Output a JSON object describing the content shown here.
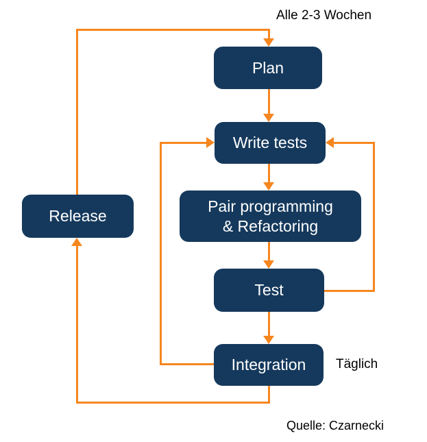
{
  "diagram": {
    "nodes": {
      "plan": "Plan",
      "write_tests": "Write tests",
      "pair_programming_line1": "Pair programming",
      "pair_programming_line2": "& Refactoring",
      "test": "Test",
      "integration": "Integration",
      "release": "Release"
    },
    "annotations": {
      "cycle": "Alle 2-3 Wochen",
      "daily": "Täglich",
      "source": "Quelle: Czarnecki"
    },
    "edges": [
      {
        "from": "release",
        "to": "plan"
      },
      {
        "from": "plan",
        "to": "write_tests"
      },
      {
        "from": "write_tests",
        "to": "pair_programming"
      },
      {
        "from": "pair_programming",
        "to": "test"
      },
      {
        "from": "test",
        "to": "integration"
      },
      {
        "from": "test",
        "to": "write_tests"
      },
      {
        "from": "integration",
        "to": "write_tests"
      },
      {
        "from": "integration",
        "to": "release"
      }
    ],
    "colors": {
      "node_fill": "#15395C",
      "node_text": "#FFFFFF",
      "arrow": "#F6861F",
      "label_text": "#000000",
      "background": "#FFFFFF"
    }
  }
}
